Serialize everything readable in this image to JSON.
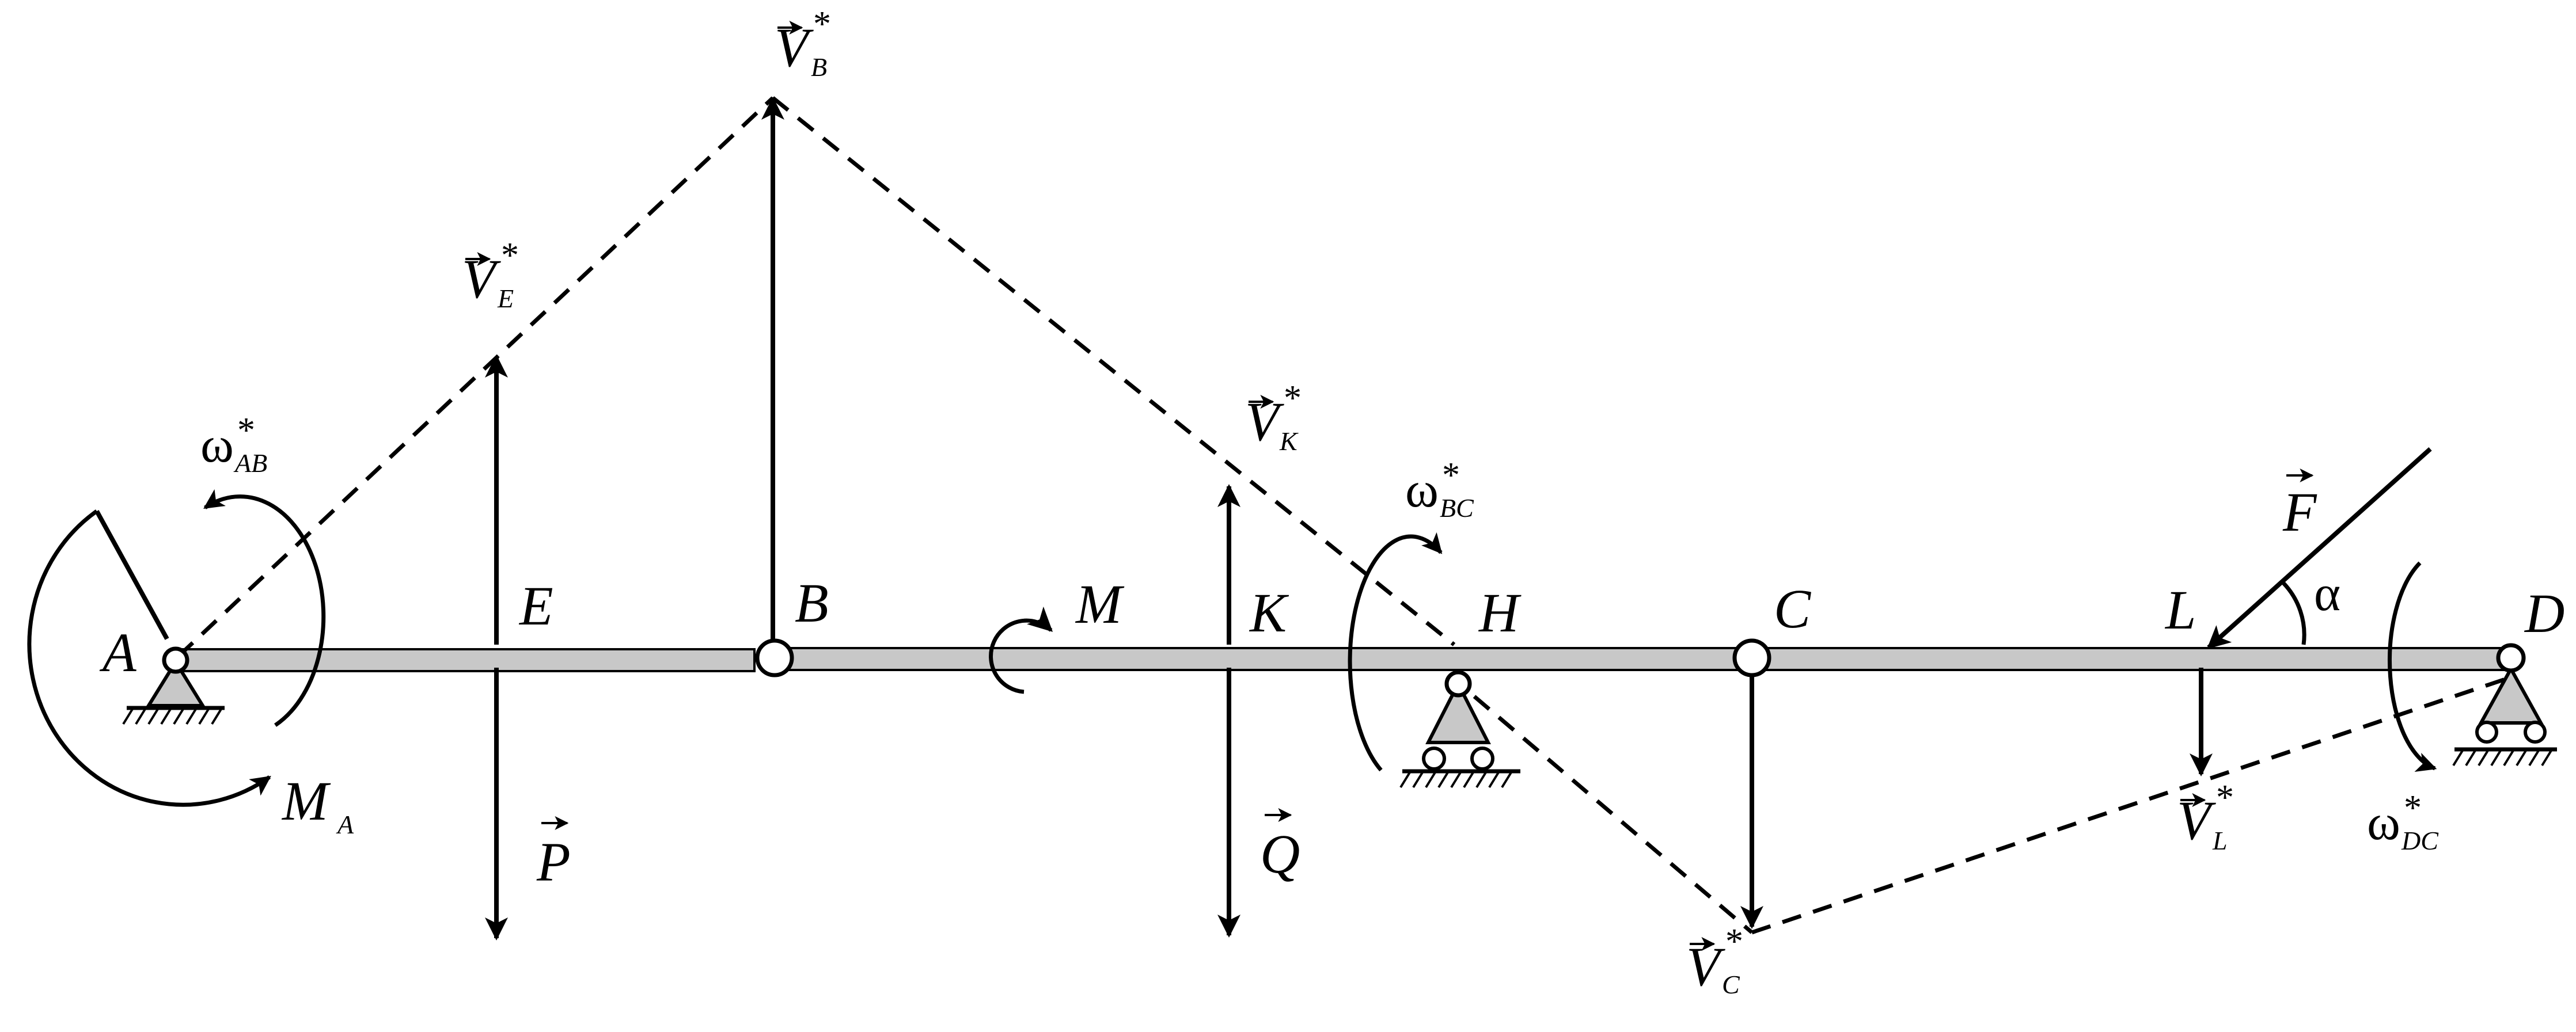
{
  "points": {
    "A": "A",
    "B": "B",
    "C": "C",
    "D": "D",
    "E": "E",
    "H": "H",
    "K": "K",
    "L": "L"
  },
  "vectors": {
    "VB": {
      "main": "V",
      "sub": "B",
      "sup": "*"
    },
    "VE": {
      "main": "V",
      "sub": "E",
      "sup": "*"
    },
    "VK": {
      "main": "V",
      "sub": "K",
      "sup": "*"
    },
    "VC": {
      "main": "V",
      "sub": "C",
      "sup": "*"
    },
    "VL": {
      "main": "V",
      "sub": "L",
      "sup": "*"
    },
    "P": {
      "main": "P"
    },
    "Q": {
      "main": "Q"
    },
    "F": {
      "main": "F"
    }
  },
  "angular": {
    "wAB": {
      "main": "ω",
      "sub": "AB",
      "sup": "*"
    },
    "wBC": {
      "main": "ω",
      "sub": "BC",
      "sup": "*"
    },
    "wDC": {
      "main": "ω",
      "sub": "DC",
      "sup": "*"
    }
  },
  "moments": {
    "MA": {
      "main": "M",
      "sub": "A"
    },
    "M": {
      "main": "M"
    }
  },
  "angle_label": "α"
}
